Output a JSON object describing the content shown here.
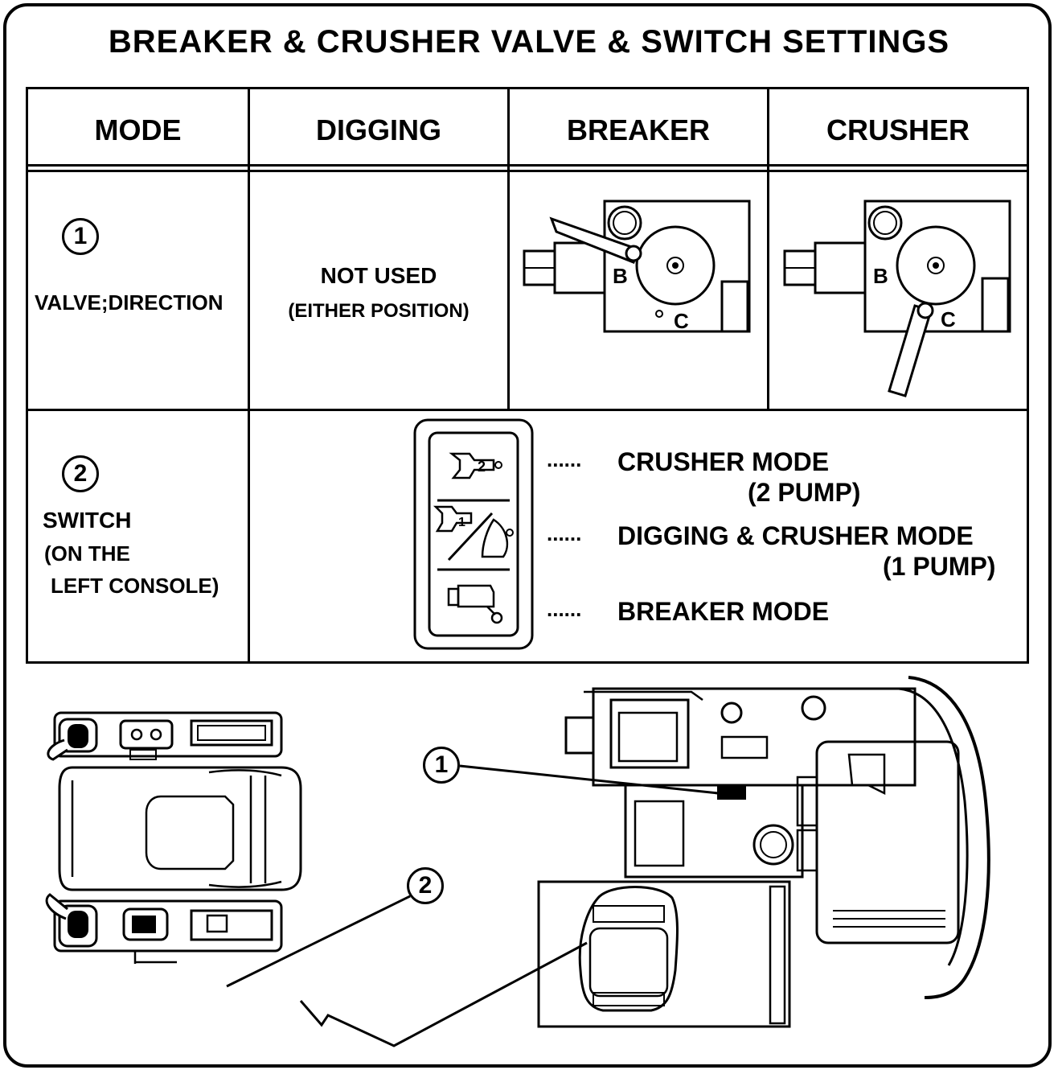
{
  "title": "BREAKER & CRUSHER VALVE & SWITCH SETTINGS",
  "headers": {
    "mode": "MODE",
    "digging": "DIGGING",
    "breaker": "BREAKER",
    "crusher": "CRUSHER"
  },
  "row1": {
    "number": "1",
    "label": "VALVE;DIRECTION",
    "digging_line1": "NOT USED",
    "digging_line2": "(EITHER POSITION)",
    "port_b": "B",
    "port_c": "C"
  },
  "row2": {
    "number": "2",
    "label_line1": "SWITCH",
    "label_line2": "(ON THE",
    "label_line3": "LEFT CONSOLE)",
    "switch_top_mark": "2",
    "switch_mid_mark": "1",
    "legend": [
      {
        "dots": "......",
        "text": "CRUSHER MODE",
        "sub": "(2 PUMP)"
      },
      {
        "dots": "......",
        "text": "DIGGING & CRUSHER MODE",
        "sub": "(1 PUMP)"
      },
      {
        "dots": "......",
        "text": "BREAKER MODE",
        "sub": ""
      }
    ]
  },
  "callouts": {
    "one": "1",
    "two": "2"
  }
}
